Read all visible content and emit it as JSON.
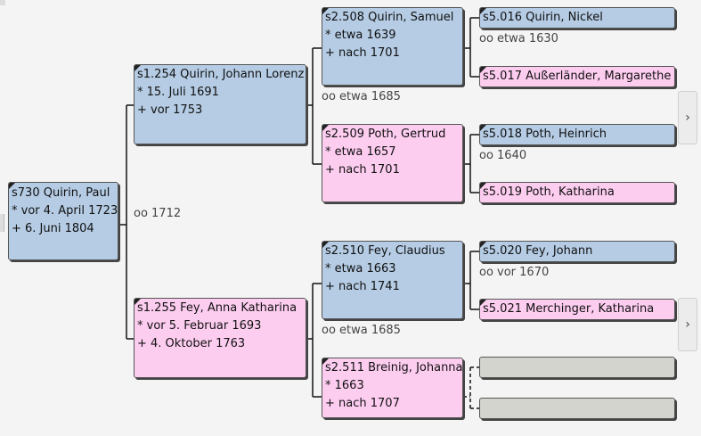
{
  "persons": {
    "root": {
      "name": "s730 Quirin, Paul",
      "birth": "* vor 4. April 1723",
      "death": "+ 6. Juni 1804"
    },
    "p1254": {
      "name": "s1.254 Quirin, Johann Lorenz",
      "birth": "* 15. Juli 1691",
      "death": "+ vor 1753"
    },
    "p1255": {
      "name": "s1.255 Fey, Anna Katharina",
      "birth": "* vor 5. Februar 1693",
      "death": "+ 4. Oktober 1763"
    },
    "p2508": {
      "name": "s2.508 Quirin, Samuel",
      "birth": "* etwa 1639",
      "death": "+ nach 1701"
    },
    "p2509": {
      "name": "s2.509 Poth, Gertrud",
      "birth": "* etwa 1657",
      "death": "+ nach 1701"
    },
    "p2510": {
      "name": "s2.510 Fey, Claudius",
      "birth": "* etwa 1663",
      "death": "+ nach 1741"
    },
    "p2511": {
      "name": "s2.511 Breinig, Johanna",
      "birth": "* 1663",
      "death": "+ nach 1707"
    },
    "p5016": {
      "name": "s5.016 Quirin, Nickel"
    },
    "p5017": {
      "name": "s5.017 Außerländer, Margarethe"
    },
    "p5018": {
      "name": "s5.018 Poth, Heinrich"
    },
    "p5019": {
      "name": "s5.019 Poth, Katharina"
    },
    "p5020": {
      "name": "s5.020 Fey, Johann"
    },
    "p5021": {
      "name": "s5.021 Merchinger, Katharina"
    }
  },
  "marriages": {
    "root": "oo 1712",
    "p1254": "oo etwa 1685",
    "p1255": "oo etwa 1685",
    "p2508": "oo etwa 1630",
    "p2509": "oo 1640",
    "p2510": "oo vor 1670"
  },
  "nav": {
    "icon": "chevron-right-icon",
    "glyph": "›"
  },
  "colors": {
    "male": "#b5cce4",
    "female": "#fdcdf0",
    "unknown": "#d4d4ce"
  }
}
